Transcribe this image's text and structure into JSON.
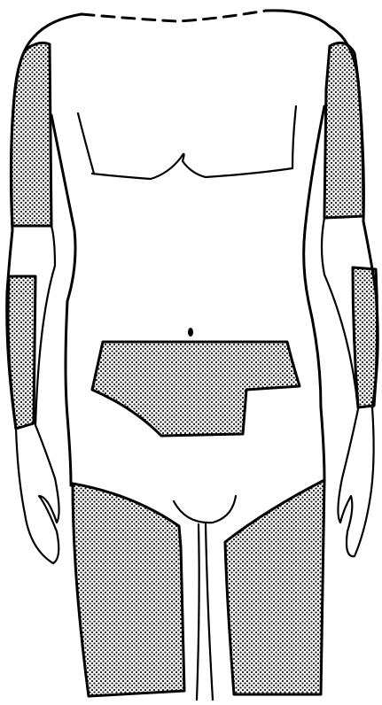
{
  "figure": {
    "type": "body-outline-diagram",
    "view": "anterior",
    "colors": {
      "line": "#000000",
      "background": "#ffffff",
      "dots": "#1a1a1a"
    },
    "shaded_regions": [
      "right-upper-arm",
      "left-upper-arm",
      "right-forearm",
      "left-forearm",
      "lower-abdomen",
      "right-thigh",
      "left-thigh"
    ]
  }
}
